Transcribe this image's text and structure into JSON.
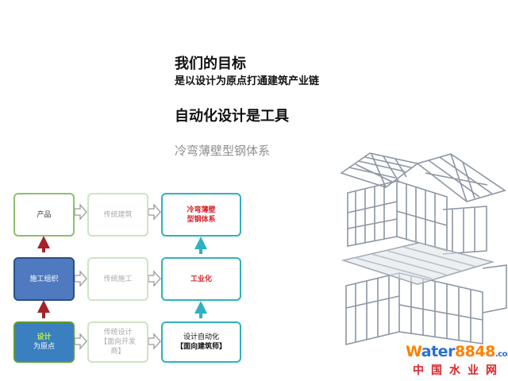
{
  "headings": {
    "goal": "我们的目标",
    "goal_sub": "是以设计为原点打通建筑产业链",
    "tool": "自动化设计是工具",
    "system": "冷弯薄壁型钢体系"
  },
  "flow": {
    "row1": {
      "left": "产品",
      "middle": "传统建筑",
      "right": "冷弯薄壁\n型钢体系"
    },
    "row2": {
      "left": "施工组织",
      "middle": "传统施工",
      "right": "工业化"
    },
    "row3": {
      "left_line1": "设计",
      "left_line2": "为原点",
      "middle": "传统设计\n【面向开发\n商】",
      "right_line1": "设计自动化",
      "right_line2": "【面向建筑师】"
    }
  },
  "watermark": {
    "brand_a": "W",
    "brand_b": "ater",
    "brand_num": "8848",
    "domain": ".com",
    "cn": "中国水业网"
  },
  "colors": {
    "green_border": "#8cc06a",
    "teal_border": "#2fb1c1",
    "red_arrow": "#a4232b",
    "teal_arrow": "#2fb1c1",
    "red_text": "#d8232a",
    "blue_box": "#4f7abf"
  }
}
